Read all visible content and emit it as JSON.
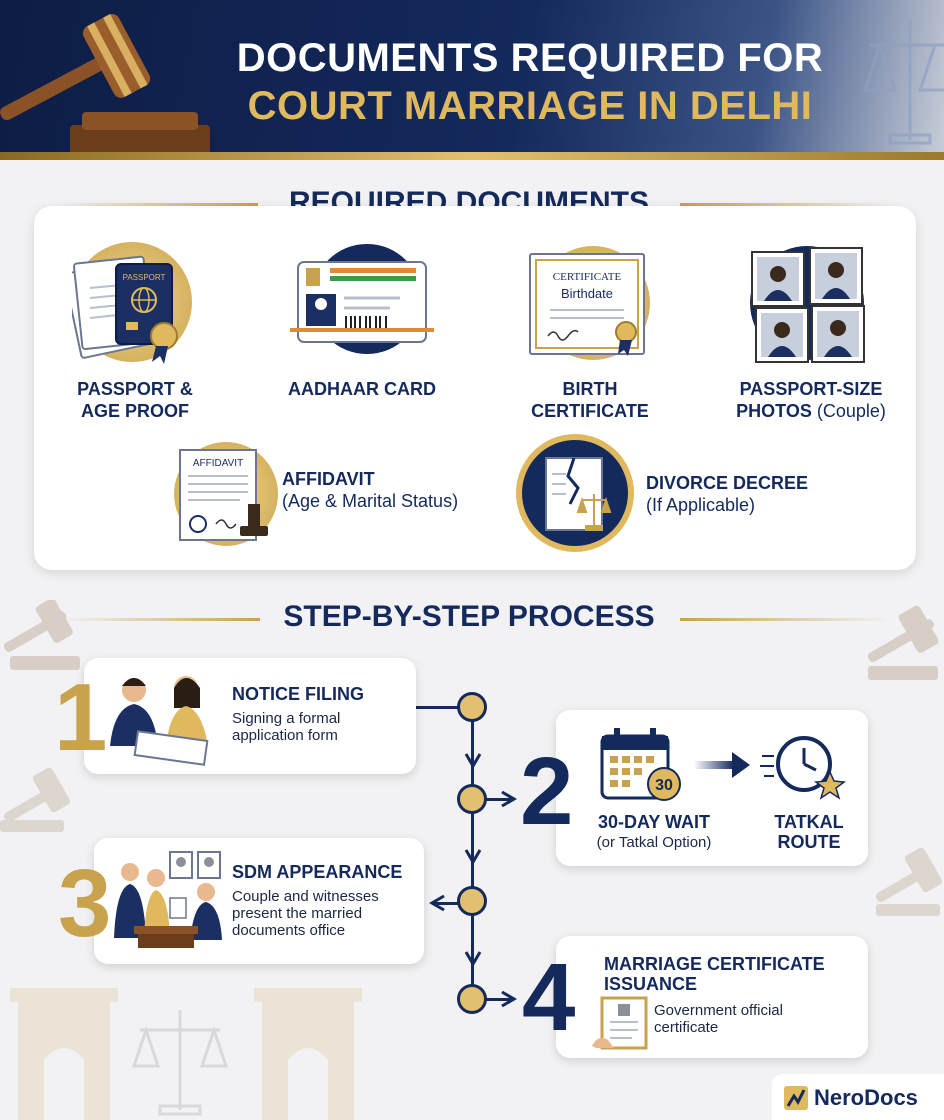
{
  "header": {
    "title_line1": "DOCUMENTS REQUIRED FOR",
    "title_line2": "COURT MARRIAGE IN DELHI",
    "icon": "gavel-icon"
  },
  "documents_section": {
    "title": "REQUIRED DOCUMENTS",
    "items": [
      {
        "label_line1": "PASSPORT &",
        "label_line2": "AGE PROOF",
        "icon": "passport-icon",
        "icon_text": "PASSPORT"
      },
      {
        "label_line1": "AADHAAR CARD",
        "label_line2": "",
        "icon": "id-card-icon"
      },
      {
        "label_line1": "BIRTH",
        "label_line2": "CERTIFICATE",
        "icon": "certificate-icon",
        "icon_text_1": "CERTIFICATE",
        "icon_text_2": "Birthdate"
      },
      {
        "label_line1": "PASSPORT-SIZE",
        "label_line2_bold": "PHOTOS",
        "label_line2_light": " (Couple)",
        "icon": "photos-icon"
      },
      {
        "label_bold": "AFFIDAVIT",
        "label_light": "(Age & Marital Status)",
        "icon": "affidavit-icon",
        "icon_text": "AFFIDAVIT"
      },
      {
        "label_bold": "DIVORCE DECREE",
        "label_light": "(If Applicable)",
        "icon": "divorce-decree-icon"
      }
    ]
  },
  "process_section": {
    "title": "STEP-BY-STEP PROCESS",
    "steps": [
      {
        "number": "1",
        "title": "NOTICE FILING",
        "desc_line1": "Signing a formal",
        "desc_line2": "application form",
        "icon": "signing-couple-icon"
      },
      {
        "number": "2",
        "title_line1": "30-DAY WAIT",
        "subtitle": "(or Tatkal Option)",
        "alt_line1": "TATKAL",
        "alt_line2": "ROUTE",
        "calendar_number": "30",
        "icon": "calendar-icon",
        "alt_icon": "clock-icon"
      },
      {
        "number": "3",
        "title": "SDM APPEARANCE",
        "desc_line1": "Couple and witnesses",
        "desc_line2": "present the married",
        "desc_line3": "documents office",
        "icon": "office-meeting-icon"
      },
      {
        "number": "4",
        "title_line1": "MARRIAGE CERTIFICATE",
        "title_line2": "ISSUANCE",
        "desc_line1": "Government official",
        "desc_line2": "certificate",
        "icon": "marriage-certificate-icon"
      }
    ]
  },
  "brand": {
    "name": "NeroDocs",
    "icon": "nerodocs-logo-icon"
  },
  "colors": {
    "navy": "#14295c",
    "gold": "#c9a24d",
    "background": "#f2f2f5"
  }
}
